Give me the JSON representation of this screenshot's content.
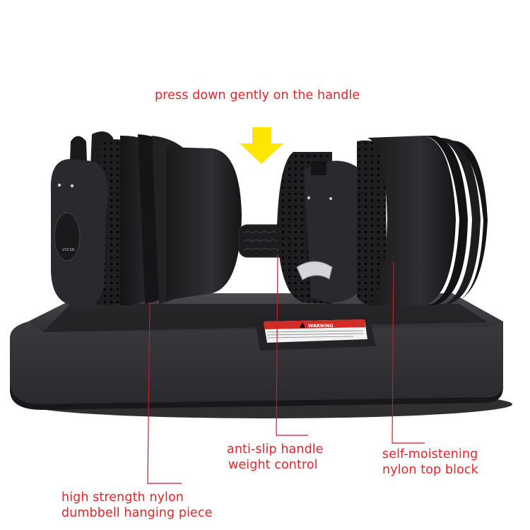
{
  "annotations": {
    "title": "press down gently on the handle",
    "handle": {
      "line1": "anti-slip handle",
      "line2": "weight control"
    },
    "top_block": {
      "line1": "self-moistening",
      "line2": "nylon top block"
    },
    "hanging_piece": {
      "line1": "high strength nylon",
      "line2": "dumbbell hanging piece"
    }
  },
  "product": {
    "warning_label": "WARNING",
    "end_cap_logo": "VVCSN"
  },
  "colors": {
    "annotation_red": "#e3242b",
    "arrow_yellow": "#ffe600",
    "body_black": "#1c1c1e",
    "base_gray": "#3b3b3f",
    "warning_red": "#d32b27"
  }
}
